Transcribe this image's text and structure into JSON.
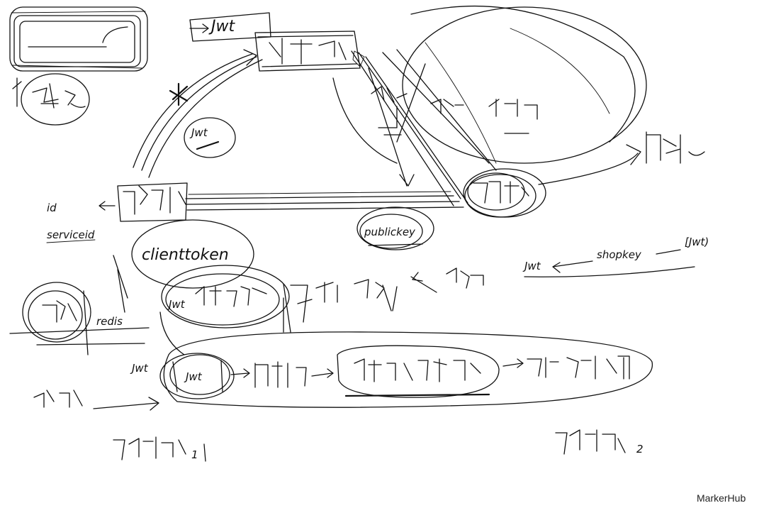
{
  "labels": {
    "jwt_top": "Jwt",
    "jwt_mid": "Jwt",
    "jwt_right": "Jwt",
    "jwt_bracket": "[Jwt)",
    "jwt_bottom": "Jwt",
    "jwt_left_bottom": "Jwt",
    "id_label": "id",
    "serviceid": "serviceid",
    "clienttoken": "clienttoken",
    "publickey": "publickey",
    "redis": "redis",
    "shopkey": "shopkey",
    "two": "2",
    "one": "1"
  },
  "watermark": "MarkerHub"
}
